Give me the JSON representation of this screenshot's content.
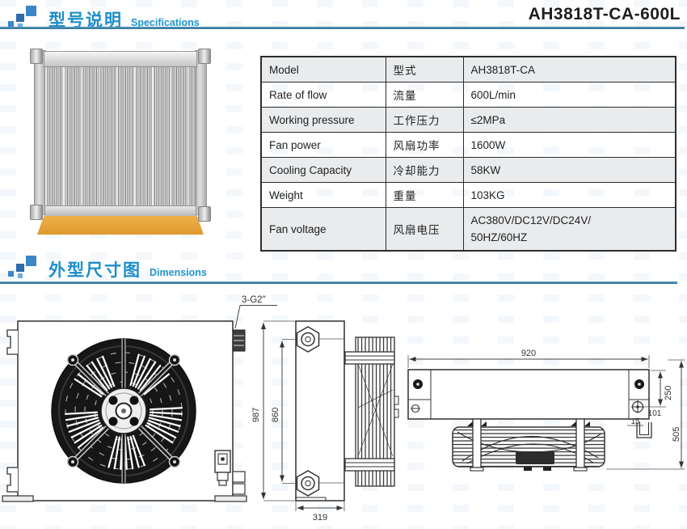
{
  "page": {
    "title": "AH3818T-CA-600L"
  },
  "sections": {
    "specs": {
      "zh": "型号说明",
      "en": "Specifications"
    },
    "dims": {
      "zh": "外型尺寸图",
      "en": "Dimensions"
    }
  },
  "spec_table": {
    "rows": [
      {
        "en": "Model",
        "zh": "型式",
        "value": "AH3818T-CA"
      },
      {
        "en": "Rate of flow",
        "zh": "流量",
        "value": "600L/min"
      },
      {
        "en": "Working pressure",
        "zh": "工作压力",
        "value": "≤2MPa"
      },
      {
        "en": "Fan power",
        "zh": "风扇功率",
        "value": "1600W"
      },
      {
        "en": "Cooling Capacity",
        "zh": "冷却能力",
        "value": "58KW"
      },
      {
        "en": "Weight",
        "zh": "重量",
        "value": "103KG"
      },
      {
        "en": "Fan voltage",
        "zh": "风扇电压",
        "value": "AC380V/DC12V/DC24V/",
        "value2": "50HZ/60HZ"
      }
    ]
  },
  "drawing": {
    "port_label": "3-G2\"",
    "dims": {
      "h987": "987",
      "h860": "860",
      "d319": "319",
      "w920": "920",
      "d250": "250",
      "d101": "101",
      "d15": "15",
      "d505": "505"
    }
  },
  "colors": {
    "accent_blue": "#1c8ec8",
    "rule_blue": "#3f86ad",
    "stripe_gray": "#e9ebed",
    "base_orange": "#e9a63b"
  }
}
